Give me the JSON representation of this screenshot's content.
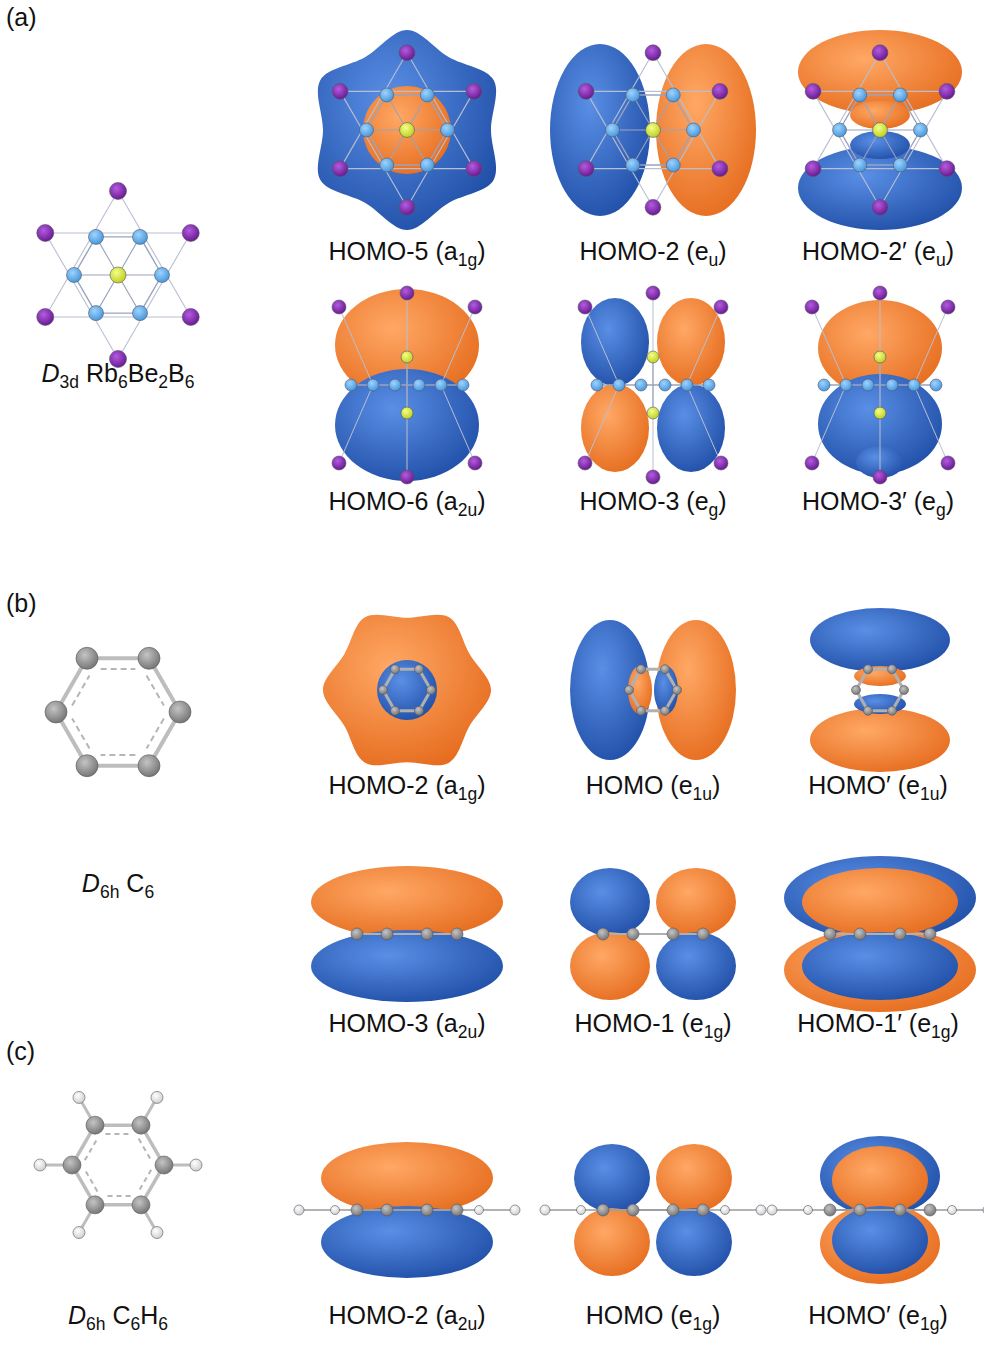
{
  "diagram": {
    "labels": [
      "(a)",
      "D3d Rb6Be2B6",
      "HOMO-5 (a1g)",
      "HOMO-2 (eu)",
      "HOMO-2′ (eu)",
      "HOMO-6 (a2u)",
      "HOMO-3 (eg)",
      "HOMO-3′ (eg)",
      "(b)",
      "D6h C6",
      "HOMO-2 (a1g)",
      "HOMO (e1u)",
      "HOMO′ (e1u)",
      "HOMO-3 (a2u)",
      "HOMO-1 (e1g)",
      "HOMO-1′ (e1g)",
      "(c)",
      "D6h C6H6",
      "HOMO-2 (a2u)",
      "HOMO (e1g)",
      "HOMO′ (e1g)"
    ]
  }
}
